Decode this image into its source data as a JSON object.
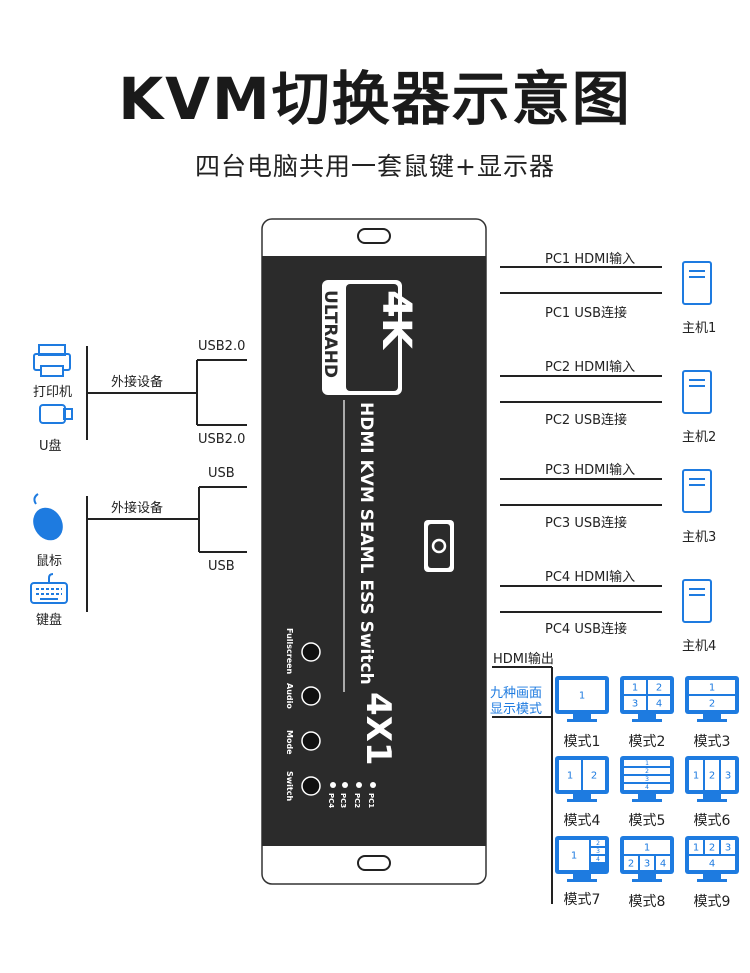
{
  "title": "KVM切换器示意图",
  "subtitle": "四台电脑共用一套鼠键+显示器",
  "left": {
    "group1": {
      "label": "外接设备",
      "port_top": "USB2.0",
      "port_bottom": "USB2.0",
      "devices": [
        "打印机",
        "U盘"
      ]
    },
    "group2": {
      "label": "外接设备",
      "port_top": "USB",
      "port_bottom": "USB",
      "devices": [
        "鼠标",
        "键盘"
      ]
    }
  },
  "device_panel": {
    "badge_4k": "4K",
    "badge_ultrahd": "ULTRAHD",
    "product_name": "HDMI KVM SEAML ESS Switch",
    "model": "4X1",
    "buttons": [
      "Fullscreen",
      "Audio",
      "Mode",
      "Switch"
    ],
    "leds": [
      "PC1",
      "PC2",
      "PC3",
      "PC4"
    ]
  },
  "right": {
    "hosts": [
      {
        "hdmi": "PC1 HDMI输入",
        "usb": "PC1 USB连接",
        "name": "主机1"
      },
      {
        "hdmi": "PC2 HDMI输入",
        "usb": "PC2 USB连接",
        "name": "主机2"
      },
      {
        "hdmi": "PC3 HDMI输入",
        "usb": "PC3 USB连接",
        "name": "主机3"
      },
      {
        "hdmi": "PC4 HDMI输入",
        "usb": "PC4 USB连接",
        "name": "主机4"
      }
    ],
    "hdmi_output": "HDMI输出",
    "modes_title_line1": "九种画面",
    "modes_title_line2": "显示模式",
    "modes": [
      "模式1",
      "模式2",
      "模式3",
      "模式4",
      "模式5",
      "模式6",
      "模式7",
      "模式8",
      "模式9"
    ]
  },
  "colors": {
    "accent_blue": "#1e7be0",
    "panel_dark": "#2b2b2b"
  }
}
